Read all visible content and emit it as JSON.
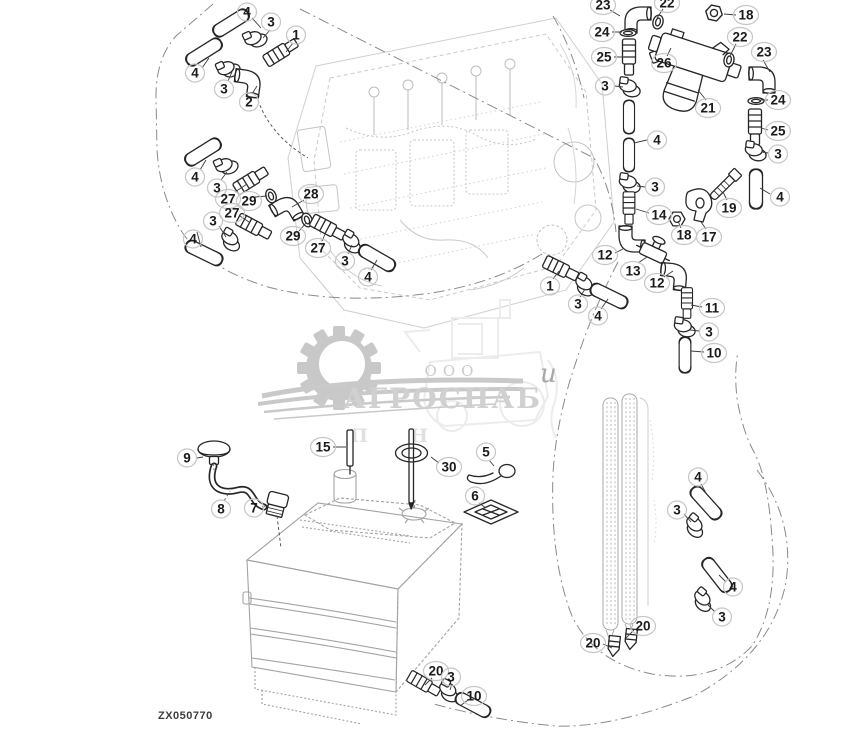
{
  "figure_id": "ZX050770",
  "watermark": {
    "company_prefix": "ООО",
    "company_name": "АГРОСНАБ",
    "fragment_i": "и",
    "fragment_p": "П",
    "fragment_n": "Н"
  },
  "callouts": [
    "4",
    "3",
    "1",
    "4",
    "3",
    "2",
    "4",
    "3",
    "27",
    "29",
    "28",
    "27",
    "3",
    "4",
    "29",
    "27",
    "3",
    "4",
    "1",
    "3",
    "4",
    "23",
    "22",
    "18",
    "24",
    "22",
    "23",
    "25",
    "26",
    "3",
    "24",
    "21",
    "25",
    "4",
    "3",
    "3",
    "4",
    "19",
    "14",
    "18",
    "17",
    "12",
    "13",
    "12",
    "11",
    "3",
    "10",
    "9",
    "8",
    "7",
    "15",
    "30",
    "5",
    "6",
    "4",
    "3",
    "4",
    "3",
    "20",
    "20",
    "20",
    "3",
    "10"
  ]
}
